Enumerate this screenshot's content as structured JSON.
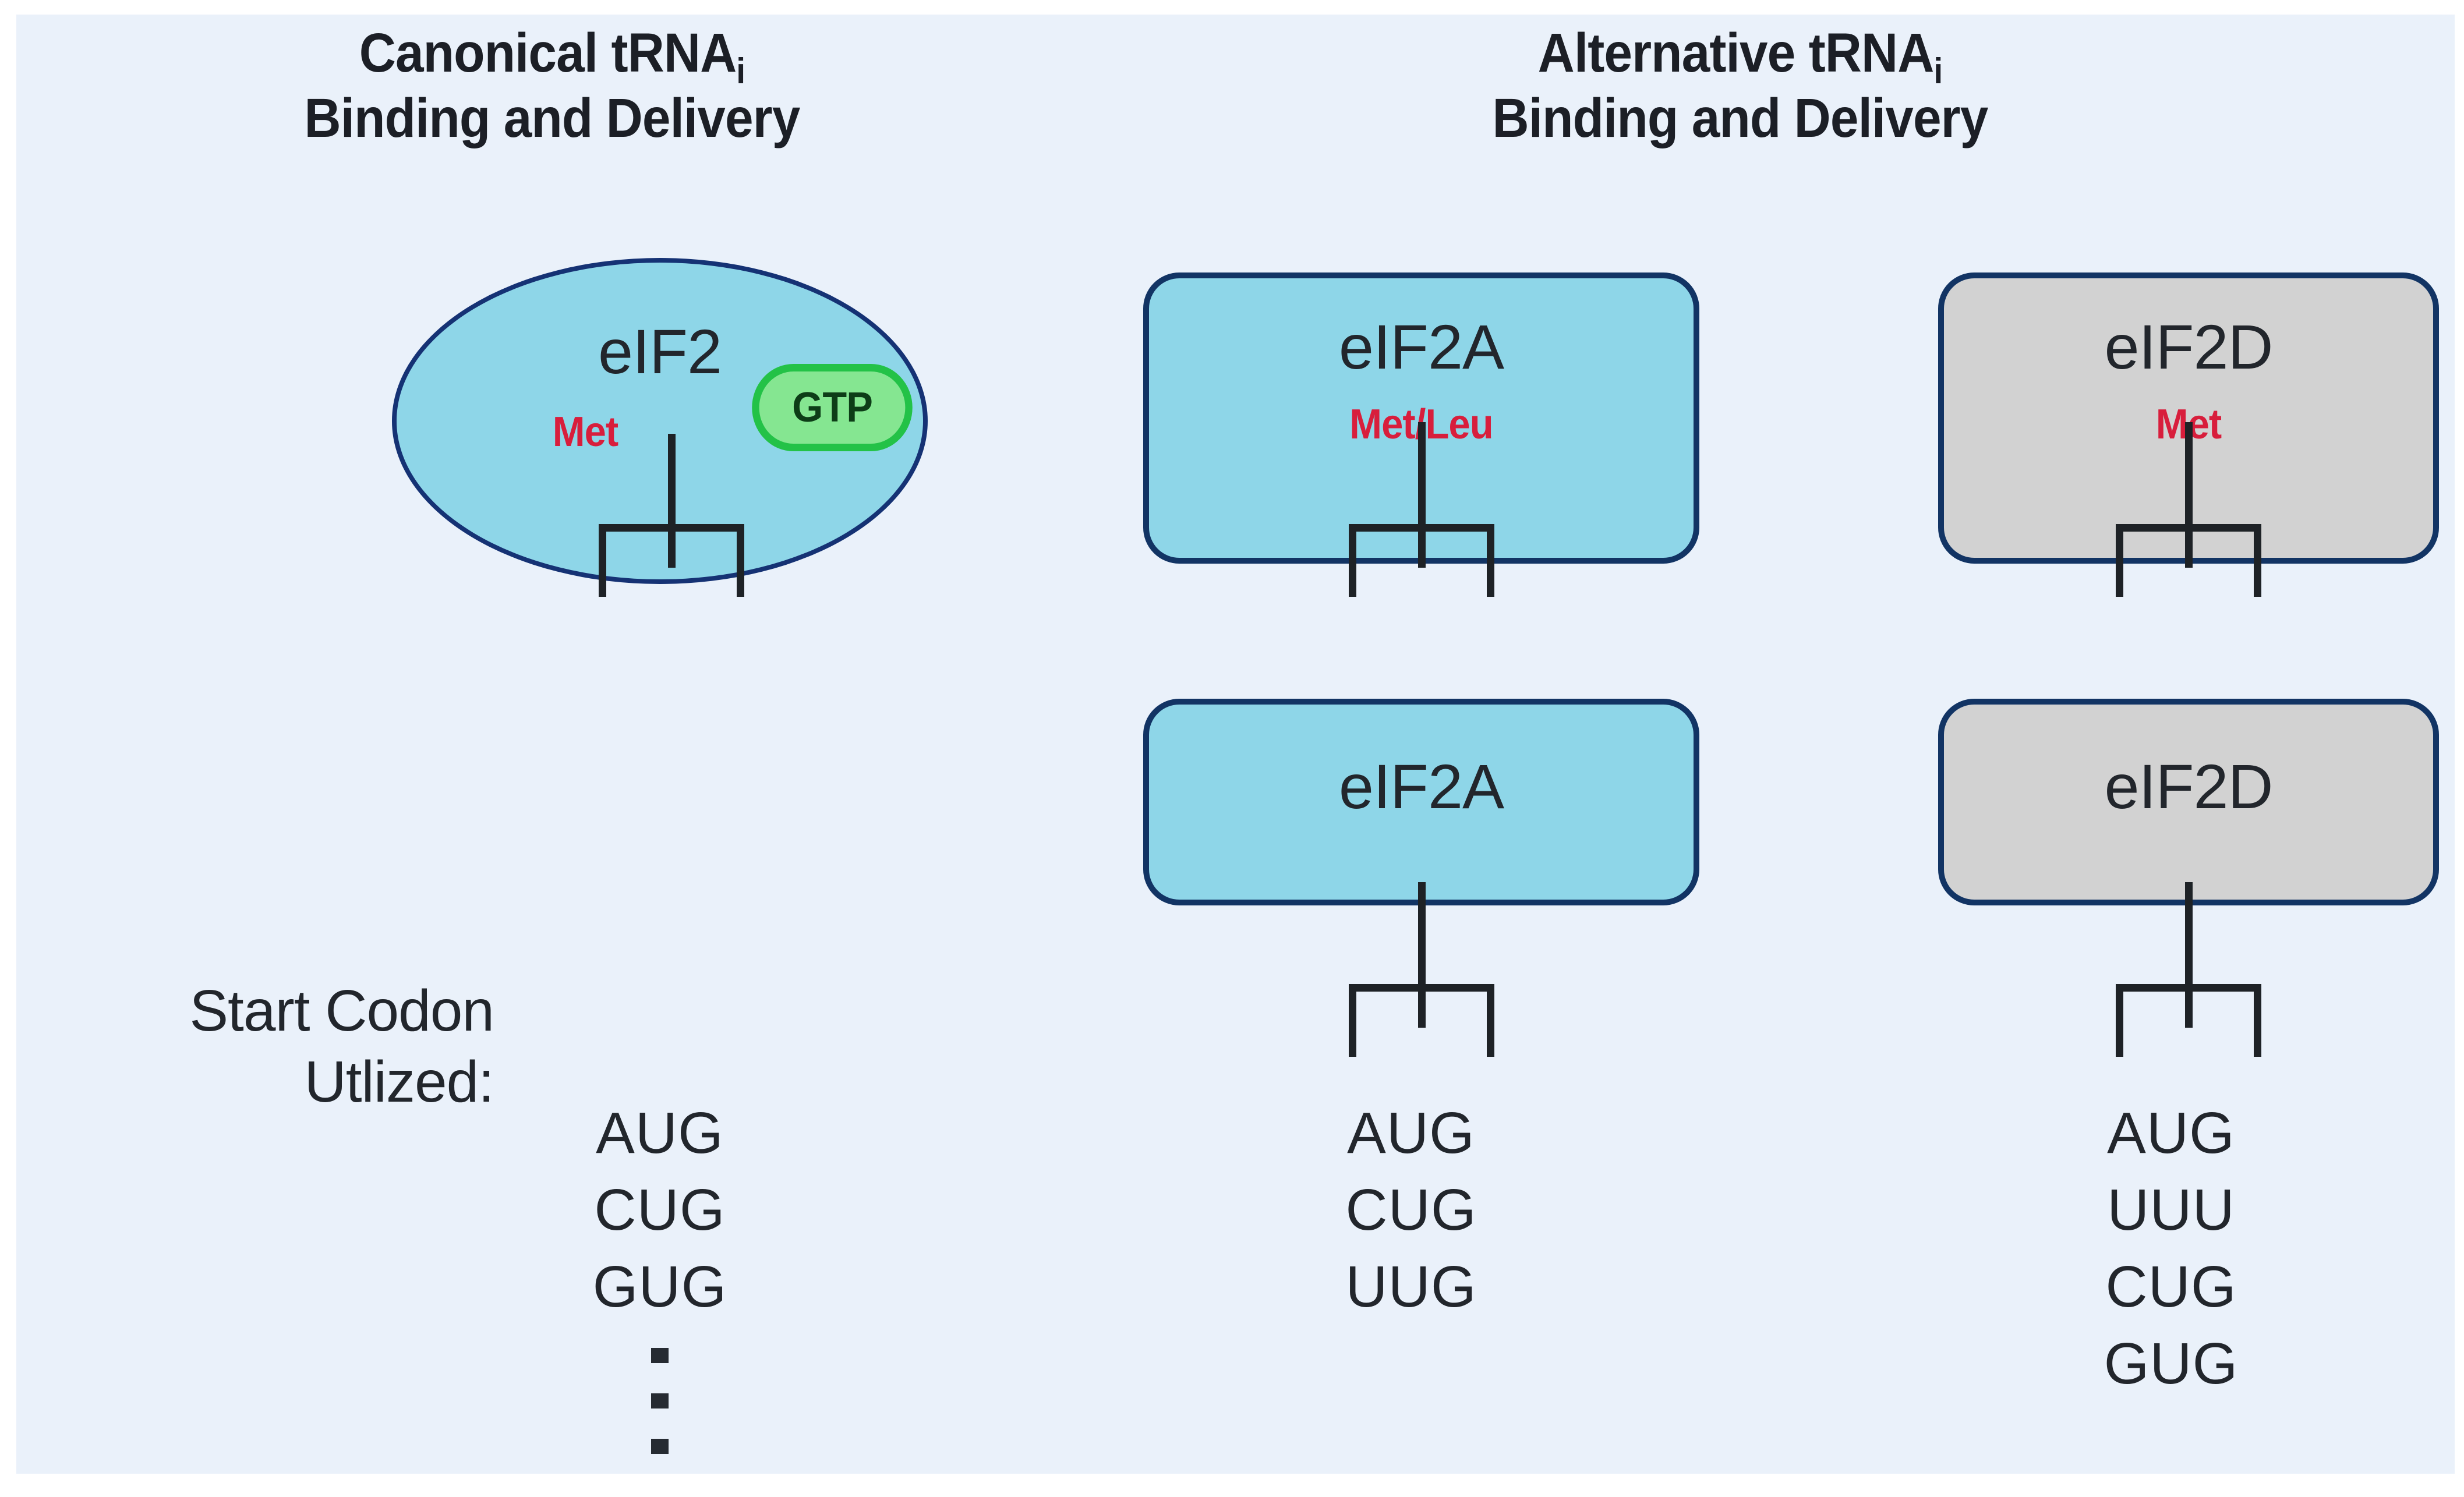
{
  "figure": {
    "background_color": "#eaf1fa",
    "headings": [
      {
        "line1": "Canonical tRNA",
        "subscript": "i",
        "line2": "Binding and Delivery"
      },
      {
        "line1": "Alternative tRNA",
        "subscript": "i",
        "line2": "Binding and Delivery"
      }
    ],
    "factors": [
      {
        "name": "eIF2",
        "amino_acid": "Met",
        "cofactor": "GTP",
        "shape": "ellipse",
        "fill_color": "#8ed6e8",
        "border_color": "#153274",
        "cofactor_fill": "#85e691",
        "cofactor_border": "#23c247"
      },
      {
        "name": "eIF2A",
        "amino_acid": "Met/Leu",
        "shape": "rounded-rect",
        "fill_color": "#8ed6e8",
        "border_color": "#123464"
      },
      {
        "name": "eIF2D",
        "amino_acid": "Met",
        "shape": "rounded-rect",
        "fill_color": "#d2d2d2",
        "border_color": "#123464"
      },
      {
        "name": "eIF2A",
        "amino_acid": "",
        "shape": "rounded-rect",
        "fill_color": "#8ed6e8",
        "border_color": "#123464"
      },
      {
        "name": "eIF2D",
        "amino_acid": "",
        "shape": "rounded-rect",
        "fill_color": "#d2d2d2",
        "border_color": "#123464"
      }
    ],
    "start_codon": {
      "label_line1": "Start Codon",
      "label_line2": "Utlized:",
      "columns": [
        {
          "codons": [
            "AUG",
            "CUG",
            "GUG"
          ],
          "has_ellipsis": true
        },
        {
          "codons": [
            "AUG",
            "CUG",
            "UUG"
          ],
          "has_ellipsis": false
        },
        {
          "codons": [
            "AUG",
            "UUU",
            "CUG",
            "GUG"
          ],
          "has_ellipsis": false
        }
      ]
    },
    "amino_acid_color": "#d81e3c",
    "text_color": "#22262c"
  }
}
